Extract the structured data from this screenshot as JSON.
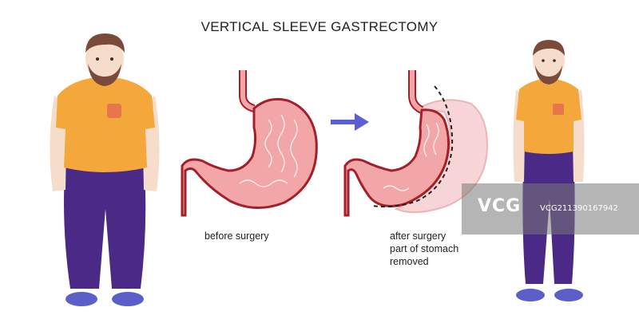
{
  "title": "VERTICAL SLEEVE GASTRECTOMY",
  "captions": {
    "before": "before surgery",
    "after_lines": [
      "after surgery",
      "part of stomach",
      "removed"
    ]
  },
  "watermark": {
    "logo": "VCG",
    "id": "VCG211390167942"
  },
  "colors": {
    "shirt": "#F4A83C",
    "pants": "#4A2A86",
    "skin": "#F6DCCB",
    "hair": "#7A4A3A",
    "shoes": "#5B5FC7",
    "stomach_fill": "#F3A6A8",
    "stomach_outline": "#A3202A",
    "arrow": "#5B5FD6"
  }
}
